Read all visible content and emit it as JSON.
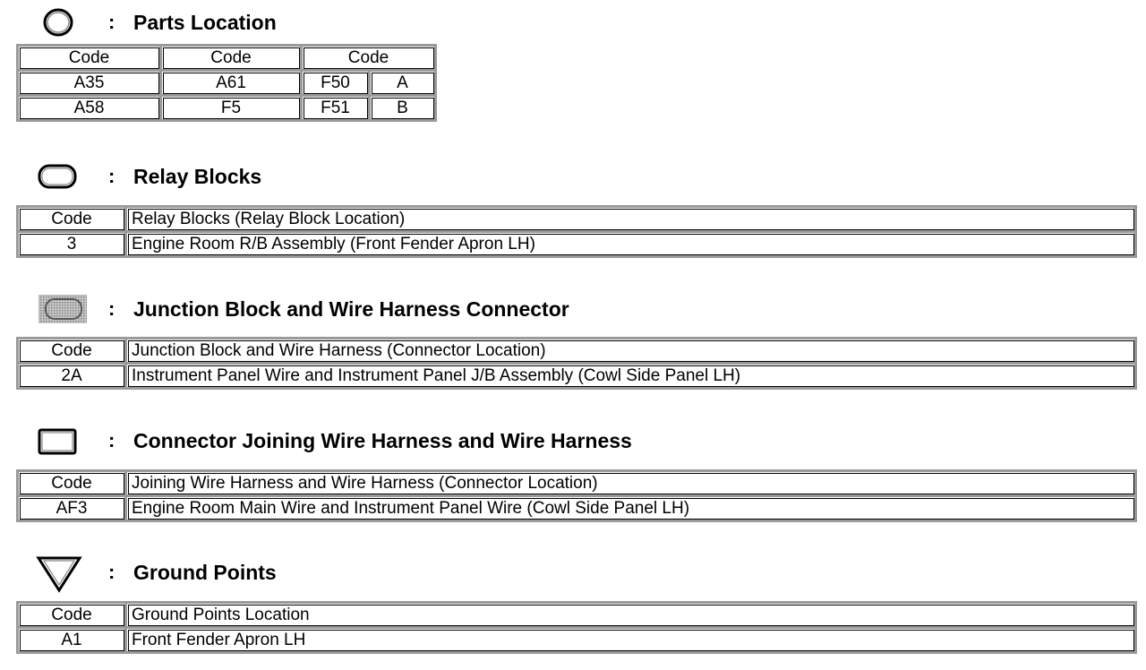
{
  "sections": {
    "parts_location": {
      "title": "Parts Location",
      "colon": ":",
      "header": [
        "Code",
        "Code",
        "Code"
      ],
      "rows": [
        [
          "A35",
          "A61",
          "F50",
          "A"
        ],
        [
          "A58",
          "F5",
          "F51",
          "B"
        ]
      ]
    },
    "relay_blocks": {
      "title": "Relay Blocks",
      "colon": ":",
      "rows": [
        [
          "Code",
          "Relay Blocks (Relay Block Location)"
        ],
        [
          "3",
          "Engine Room R/B Assembly (Front Fender Apron LH)"
        ]
      ]
    },
    "junction_block": {
      "title": "Junction Block and Wire Harness Connector",
      "colon": ":",
      "rows": [
        [
          "Code",
          "Junction Block and Wire Harness (Connector Location)"
        ],
        [
          "2A",
          "Instrument Panel Wire and Instrument Panel J/B Assembly (Cowl Side Panel LH)"
        ]
      ]
    },
    "connector_joining": {
      "title": "Connector Joining Wire Harness and Wire Harness",
      "colon": ":",
      "rows": [
        [
          "Code",
          "Joining Wire Harness and Wire Harness (Connector Location)"
        ],
        [
          "AF3",
          "Engine Room Main Wire and Instrument Panel Wire (Cowl Side Panel LH)"
        ]
      ]
    },
    "ground_points": {
      "title": "Ground Points",
      "colon": ":",
      "rows": [
        [
          "Code",
          "Ground Points Location"
        ],
        [
          "A1",
          "Front Fender Apron LH"
        ]
      ]
    }
  },
  "icons": {
    "parts_location": "circle-icon",
    "relay_blocks": "rounded-rectangle-icon",
    "junction_block": "shaded-rounded-rectangle-icon",
    "connector_joining": "rectangle-icon",
    "ground_points": "triangle-down-icon"
  }
}
